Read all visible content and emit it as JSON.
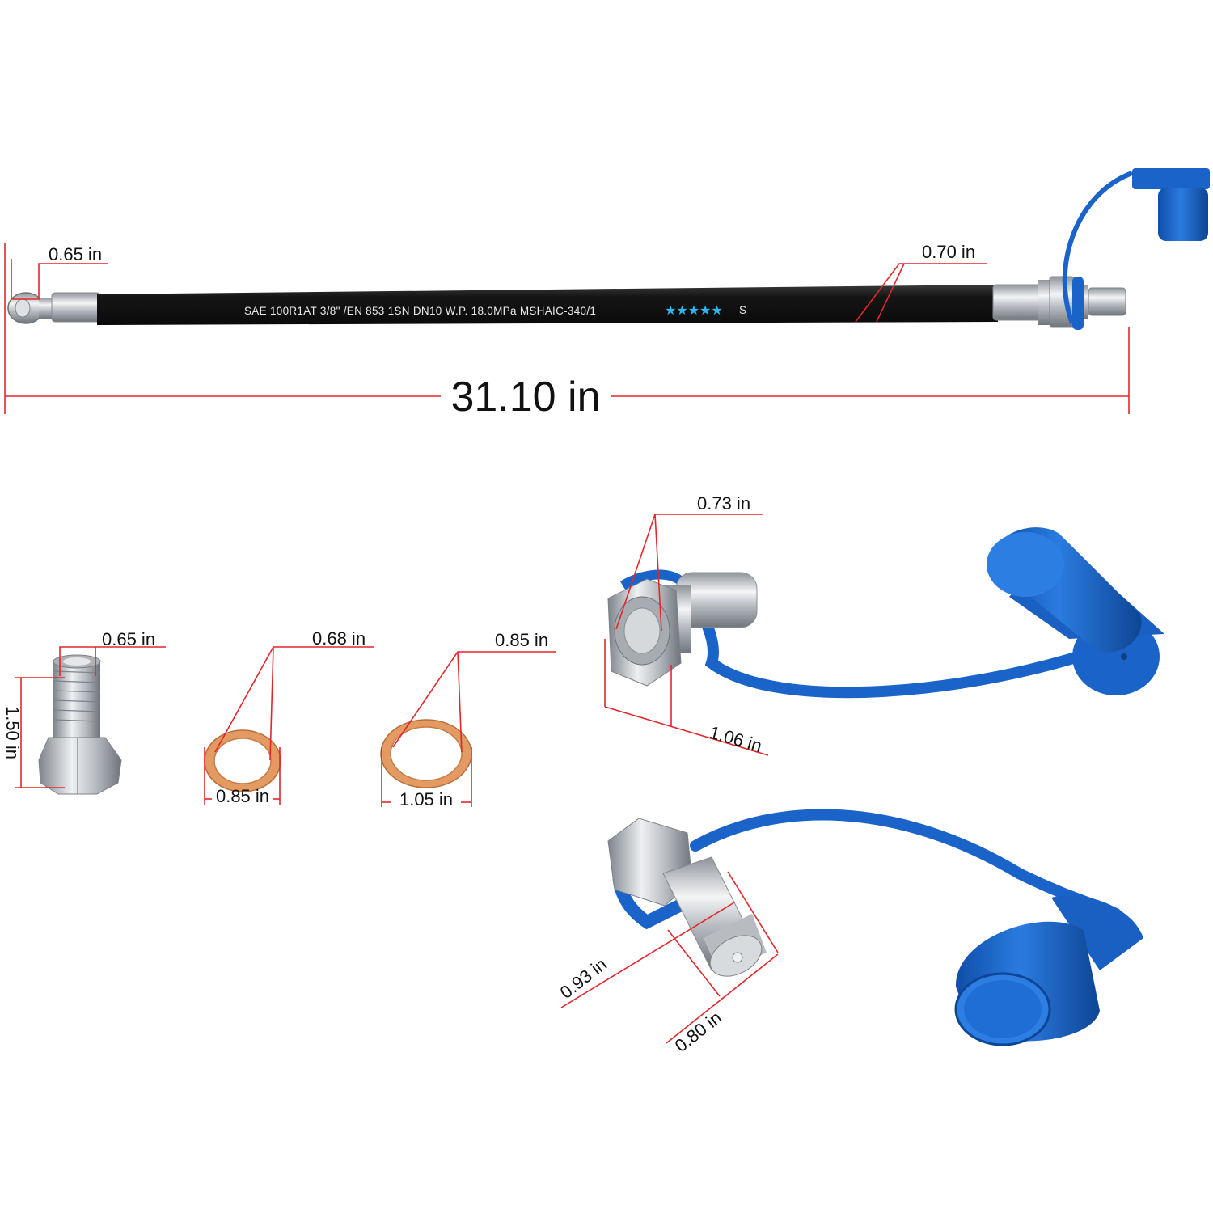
{
  "hose": {
    "print": "SAE 100R1AT 3/8\" /EN 853 1SN DN10 W.P. 18.0MPa MSHAIC-340/1",
    "stars": "★★★★★",
    "mark": "S"
  },
  "dimensions": {
    "total_length": "31.10 in",
    "banjo_eye": "0.65 in",
    "hose_diameter": "0.70 in",
    "adapter_width": "0.65 in",
    "adapter_height": "1.50 in",
    "small_washer_inner": "0.68 in",
    "small_washer_outer": "0.85 in",
    "large_washer_inner": "0.85 in",
    "large_washer_outer": "1.05 in",
    "female_coupler_thread": "0.73 in",
    "female_coupler_hex": "1.06 in",
    "male_coupler_body": "0.93 in",
    "male_coupler_tip": "0.80 in"
  },
  "colors": {
    "dimension_line": "#e3262b",
    "hose": "#1b1b1b",
    "cap_blue": "#1a63c9",
    "steel": "#c9ccd0",
    "copper": "#e39a63"
  }
}
